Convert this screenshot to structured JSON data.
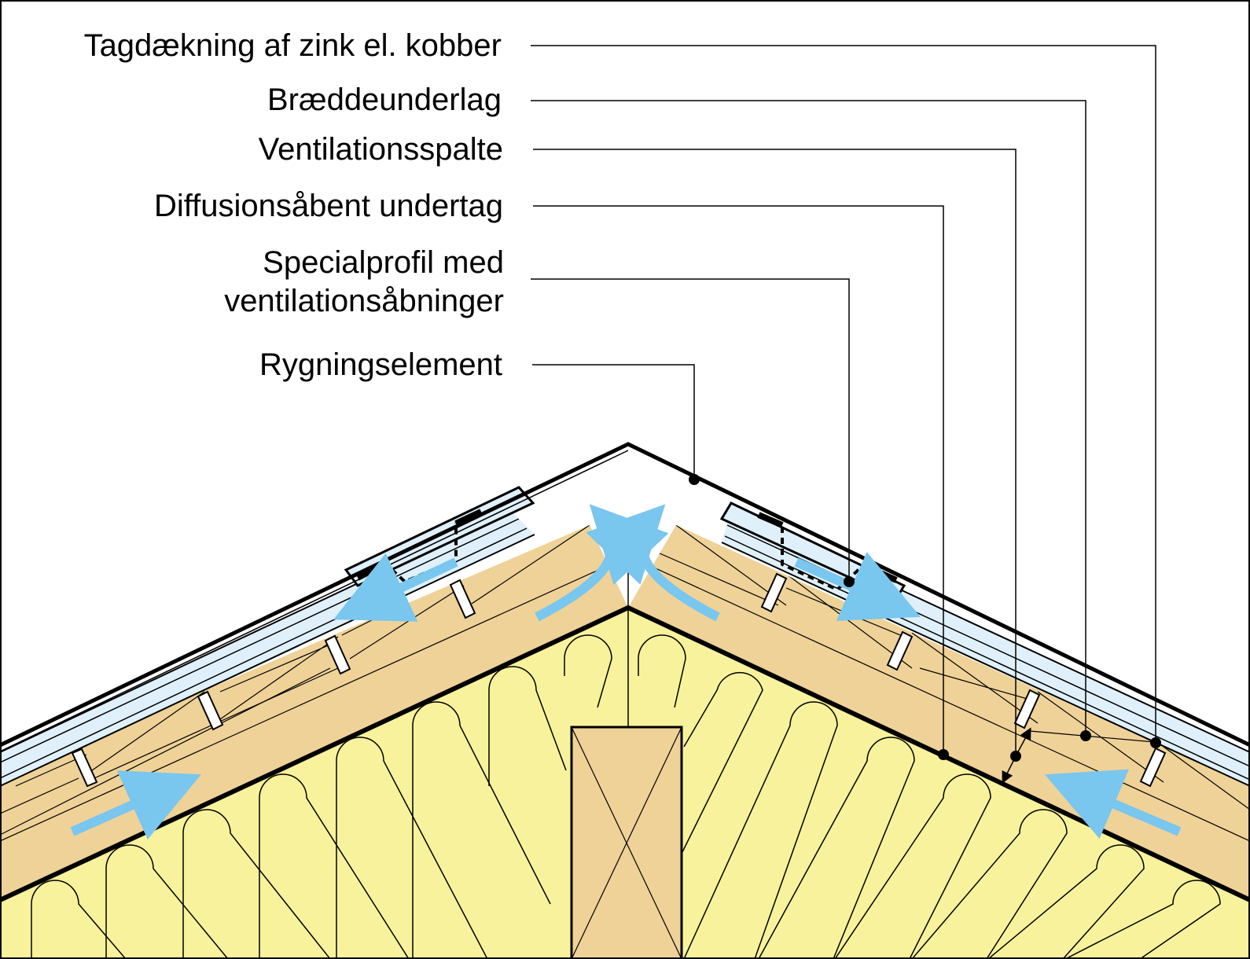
{
  "labels": {
    "roofing": "Tagdækning af zink el. kobber",
    "boarding": "Bræddeunderlag",
    "ventilation_gap": "Ventilationsspalte",
    "underlay": "Diffusionsåbent undertag",
    "profile_line1": "Specialprofil med",
    "profile_line2": "ventilationsåbninger",
    "ridge_element": "Rygningselement"
  },
  "colors": {
    "insulation": "#f8f29c",
    "timber": "#efd298",
    "sheet_metal": "#dff0fb",
    "airflow": "#79c6ef",
    "line": "#000000"
  }
}
